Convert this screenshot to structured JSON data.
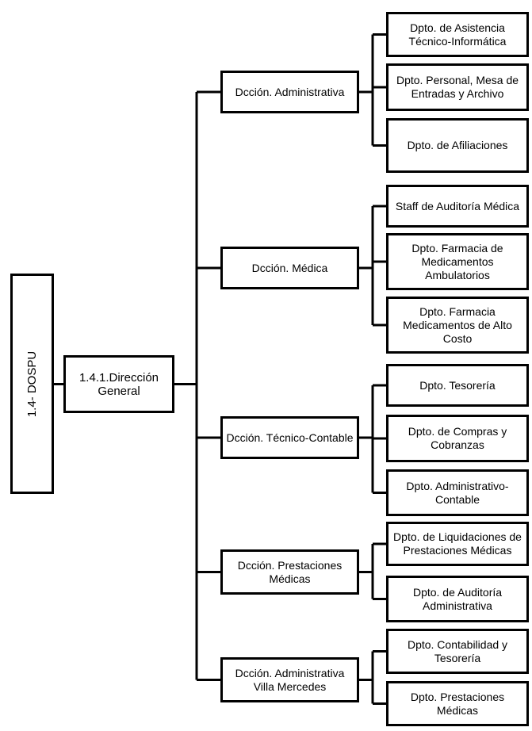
{
  "root": {
    "label": "1.4- DOSPU"
  },
  "general": {
    "label": "1.4.1.Dirección\nGeneral"
  },
  "directions": [
    {
      "label": "Dcción. Administrativa",
      "departments": [
        {
          "label": "Dpto. de Asistencia\nTécnico-Informática"
        },
        {
          "label": "Dpto. Personal, Mesa de\nEntradas y Archivo"
        },
        {
          "label": "Dpto. de Afiliaciones"
        }
      ]
    },
    {
      "label": "Dcción. Médica",
      "departments": [
        {
          "label": "Staff de Auditoría Médica"
        },
        {
          "label": "Dpto. Farmacia de\nMedicamentos\nAmbulatorios"
        },
        {
          "label": "Dpto. Farmacia\nMedicamentos de Alto\nCosto"
        }
      ]
    },
    {
      "label": "Dcción. Técnico-Contable",
      "departments": [
        {
          "label": "Dpto. Tesorería"
        },
        {
          "label": "Dpto. de Compras y\nCobranzas"
        },
        {
          "label": "Dpto. Administrativo-\nContable"
        }
      ]
    },
    {
      "label": "Dcción. Prestaciones\nMédicas",
      "departments": [
        {
          "label": "Dpto. de Liquidaciones de\nPrestaciones Médicas"
        },
        {
          "label": "Dpto. de Auditoría\nAdministrativa"
        }
      ]
    },
    {
      "label": "Dcción. Administrativa\nVilla Mercedes",
      "departments": [
        {
          "label": "Dpto. Contabilidad y\nTesorería"
        },
        {
          "label": "Dpto. Prestaciones\nMédicas"
        }
      ]
    }
  ]
}
